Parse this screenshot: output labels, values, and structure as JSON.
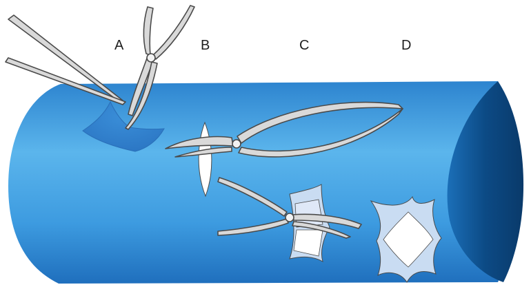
{
  "labels": [
    "A",
    "B",
    "C",
    "D"
  ],
  "colors": {
    "vessel_light": "#5bb5ec",
    "vessel_mid": "#2e86cf",
    "vessel_dark": "#0d5596",
    "lumen_dark": "#0a3f70",
    "instrument": "#d9d9d9",
    "instrument_outline": "#4a4a4a",
    "incision": "#ffffff",
    "flap": "#c9dcf2"
  },
  "icons": [
    "forceps-icon",
    "scissors-icon",
    "incision-icon",
    "flap-icon"
  ]
}
